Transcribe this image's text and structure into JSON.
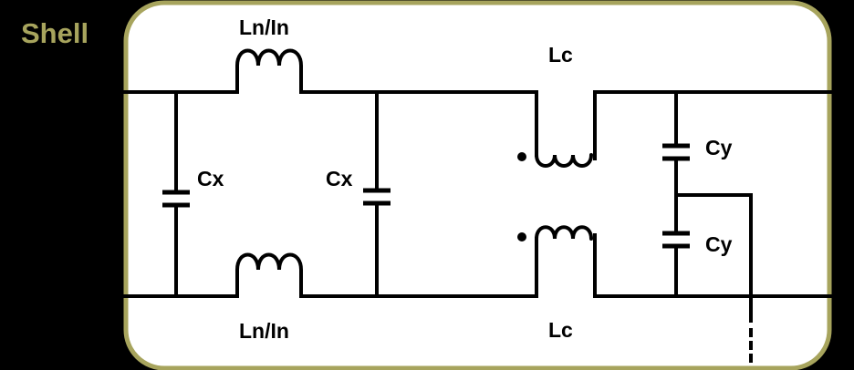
{
  "shell": {
    "label": "Shell",
    "border_color": "#a7a45d",
    "fill_color": "#ffffff"
  },
  "labels": {
    "ln_top": "Ln/In",
    "ln_bottom": "Ln/In",
    "lc_top": "Lc",
    "lc_bottom": "Lc",
    "cx_left": "Cx",
    "cx_right": "Cx",
    "cy_top": "Cy",
    "cy_bottom": "Cy"
  }
}
